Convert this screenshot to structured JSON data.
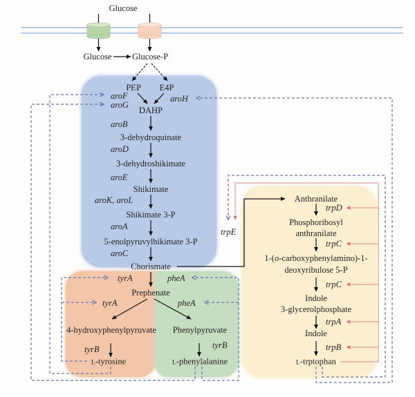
{
  "figure": {
    "colors": {
      "membrane": "#9fb8de",
      "glucose_transporter": "#b7d5a8",
      "glucose_transporter_top": "#d8e9cf",
      "pts_transporter": "#f6d2bf",
      "pts_transporter_top": "#fbe6da",
      "shikimate_region": "#b9cae8",
      "tyrosine_region": "#f3c6aa",
      "phenylalanine_region": "#c6ddc2",
      "tryptophan_region": "#fcefd0",
      "feedback_inhibition": "#6373aa",
      "repression": "#d9534f",
      "text": "#222222"
    }
  },
  "uptake": {
    "glucose_extracellular": "Glucose",
    "glucose_intracellular": "Glucose",
    "glucose_phosphate": "Glucose-P"
  },
  "shikimate_pathway": {
    "metabolites": {
      "pep": "PEP",
      "e4p": "E4P",
      "dahp": "DAHP",
      "dehydroquinate": "3-dehydroquinate",
      "dehydroshikimate": "3-dehydroshikimate",
      "shikimate": "Shikimate",
      "shikimate_3p": "Shikimate 3-P",
      "epsp": "5-enolpyruvylhikimate 3-P",
      "chorismate": "Chorismate"
    },
    "genes": {
      "aroF": "aroF",
      "aroG": "aroG",
      "aroH": "aroH",
      "aroB": "aroB",
      "aroD": "aroD",
      "aroE": "aroE",
      "aroK_aroL": "aroK, aroL",
      "aroA": "aroA",
      "aroC": "aroC"
    }
  },
  "tyrosine_branch": {
    "metabolites": {
      "prephenate": "Prephenate",
      "hydroxyphenylpyruvate": "4-hydroxyphenylpyruvate",
      "product_prefix": "L",
      "product_name": "-tyrosine"
    },
    "genes": {
      "tyrA_1": "tyrA",
      "tyrA_2": "tyrA",
      "tyrB": "tyrB"
    }
  },
  "phenylalanine_branch": {
    "metabolites": {
      "phenylpyruvate": "Phenylpyruvate",
      "product_prefix": "L",
      "product_name": "-phenylalanine"
    },
    "genes": {
      "pheA_1": "pheA",
      "pheA_2": "pheA",
      "tyrB": "tyrB"
    }
  },
  "tryptophan_branch": {
    "metabolites": {
      "anthranilate": "Anthranilate",
      "pra_line1": "Phosphoribosyl",
      "pra_line2": "anthranilate",
      "cdrp_line1_pre": "1-(",
      "cdrp_line1_italic": "o",
      "cdrp_line1_post": "-carboxyphenylamino)-1-",
      "cdrp_line2": "deoxyribulose 5-P",
      "igp_line1": "Indole",
      "igp_line2": "3-glycerolphosphate",
      "indole": "Indole",
      "product_prefix": "L",
      "product_name": "-trptophan"
    },
    "genes": {
      "trpE": "trpE",
      "trpD": "trpD",
      "trpC_1": "trpC",
      "trpC_2": "trpC",
      "trpA": "trpA",
      "trpB": "trpB"
    }
  }
}
